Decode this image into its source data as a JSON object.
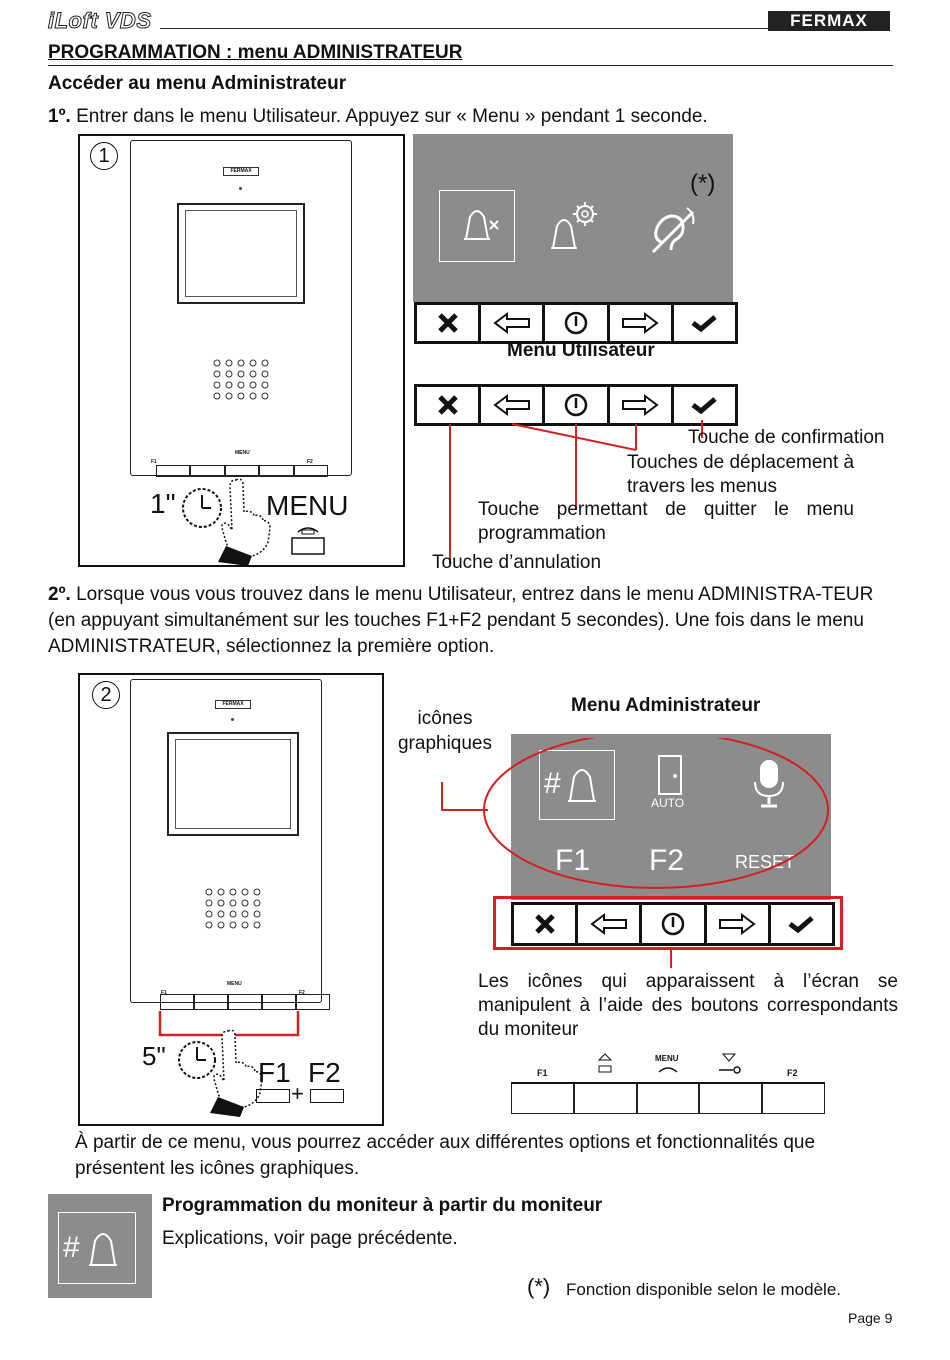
{
  "header": {
    "brand": "iLoft VDS",
    "logo": "FERMAX"
  },
  "section_title": "PROGRAMMATION : menu ADMINISTRATEUR",
  "sub_title": "Accéder au menu Administrateur",
  "step1": {
    "num": "1º.",
    "text": "Entrer dans le menu Utilisateur. Appuyez sur « Menu » pendant 1 seconde.",
    "circle": "1",
    "device": {
      "logo": "FERMAX",
      "f1": "F1",
      "menu": "MENU",
      "f2": "F2"
    },
    "duration": "1\"",
    "menu_label": "MENU",
    "screen_asterisk": "(*)",
    "screen_caption": "Menu Utilisateur",
    "callouts": {
      "confirm": "Touche de confirmation",
      "navigate": "Touches de déplacement à travers les menus",
      "quit": "Touche permettant de quitter le menu programmation",
      "cancel": "Touche d’annulation"
    }
  },
  "step2": {
    "num": "2º.",
    "text": "Lorsque vous vous trouvez dans le menu Utilisateur, entrez dans le menu ADMINISTRA-TEUR (en appuyant simultanément sur les touches F1+F2 pendant 5 secondes). Une fois dans le menu ADMINISTRATEUR, sélectionnez la première option.",
    "circle": "2",
    "duration": "5\"",
    "keys_label_f1": "F1",
    "keys_label_f2": "F2",
    "plus": "+",
    "device": {
      "logo": "FERMAX",
      "f1": "F1",
      "menu": "MENU",
      "f2": "F2"
    },
    "icons_label": "icônes graphiques",
    "screen_title": "Menu Administrateur",
    "screen_labels": {
      "auto": "AUTO",
      "f1": "F1",
      "f2": "F2",
      "reset": "RESET"
    },
    "hint": "Les icônes qui apparaissent à l’écran se manipulent à l’aide des boutons correspondants du moniteur",
    "strip": {
      "f1": "F1",
      "menu": "MENU",
      "f2": "F2"
    }
  },
  "footer_para": "À partir de ce menu, vous pourrez accéder aux différentes options et fonctionnalités que présentent les icônes graphiques.",
  "feature": {
    "title": "Programmation du moniteur à partir du moniteur",
    "text": "Explications, voir page précédente."
  },
  "note": {
    "mark": "(*)",
    "text": "Fonction disponible selon le modèle."
  },
  "page": "Page 9",
  "colors": {
    "screen": "#8c8c8c",
    "callout_red": "#d42020"
  }
}
